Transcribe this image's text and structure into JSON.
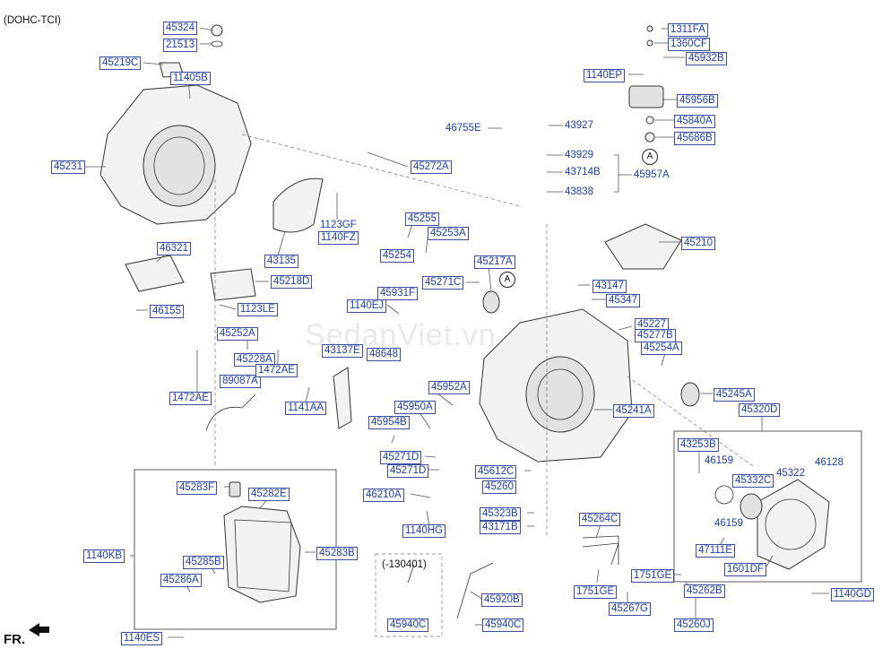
{
  "diagram": {
    "header_note": "(DOHC-TCI)",
    "direction_label": "FR.",
    "watermark": "SedanViet.vn",
    "subassembly_label": "(-130401)",
    "reference_marks": [
      "A",
      "A"
    ],
    "parts": [
      {
        "code": "45324",
        "boxed": true
      },
      {
        "code": "21513",
        "boxed": true
      },
      {
        "code": "45219C",
        "boxed": true
      },
      {
        "code": "11405B",
        "boxed": true
      },
      {
        "code": "45231",
        "boxed": true
      },
      {
        "code": "45272A",
        "boxed": true
      },
      {
        "code": "1123GF",
        "boxed": false
      },
      {
        "code": "1140FZ",
        "boxed": true
      },
      {
        "code": "43135",
        "boxed": true
      },
      {
        "code": "46321",
        "boxed": true
      },
      {
        "code": "45218D",
        "boxed": true
      },
      {
        "code": "46155",
        "boxed": true
      },
      {
        "code": "1123LE",
        "boxed": true
      },
      {
        "code": "1311FA",
        "boxed": true
      },
      {
        "code": "1360CF",
        "boxed": true
      },
      {
        "code": "45932B",
        "boxed": true
      },
      {
        "code": "1140EP",
        "boxed": true
      },
      {
        "code": "45956B",
        "boxed": true
      },
      {
        "code": "45840A",
        "boxed": true
      },
      {
        "code": "45686B",
        "boxed": true
      },
      {
        "code": "46755E",
        "boxed": false
      },
      {
        "code": "43927",
        "boxed": false
      },
      {
        "code": "43929",
        "boxed": false
      },
      {
        "code": "43714B",
        "boxed": false
      },
      {
        "code": "45957A",
        "boxed": false
      },
      {
        "code": "43838",
        "boxed": false
      },
      {
        "code": "45255",
        "boxed": true
      },
      {
        "code": "45253A",
        "boxed": true
      },
      {
        "code": "45254",
        "boxed": true
      },
      {
        "code": "45217A",
        "boxed": true
      },
      {
        "code": "45271C",
        "boxed": true
      },
      {
        "code": "45210",
        "boxed": true
      },
      {
        "code": "43147",
        "boxed": true
      },
      {
        "code": "45347",
        "boxed": true
      },
      {
        "code": "45931F",
        "boxed": true
      },
      {
        "code": "1140EJ",
        "boxed": true
      },
      {
        "code": "43137E",
        "boxed": true
      },
      {
        "code": "48648",
        "boxed": true
      },
      {
        "code": "45227",
        "boxed": true
      },
      {
        "code": "45277B",
        "boxed": true
      },
      {
        "code": "45254A",
        "boxed": true
      },
      {
        "code": "45252A",
        "boxed": true
      },
      {
        "code": "45228A",
        "boxed": true
      },
      {
        "code": "89087A",
        "boxed": true
      },
      {
        "code": "1472AE",
        "boxed": true
      },
      {
        "code": "1472AE",
        "boxed": true
      },
      {
        "code": "1141AA",
        "boxed": true
      },
      {
        "code": "45952A",
        "boxed": true
      },
      {
        "code": "45245A",
        "boxed": true
      },
      {
        "code": "45950A",
        "boxed": true
      },
      {
        "code": "45954B",
        "boxed": true
      },
      {
        "code": "45241A",
        "boxed": true
      },
      {
        "code": "45320D",
        "boxed": true
      },
      {
        "code": "45271D",
        "boxed": true
      },
      {
        "code": "45271D",
        "boxed": true
      },
      {
        "code": "43253B",
        "boxed": true
      },
      {
        "code": "46159",
        "boxed": false
      },
      {
        "code": "45332C",
        "boxed": true
      },
      {
        "code": "45322",
        "boxed": false
      },
      {
        "code": "46128",
        "boxed": false
      },
      {
        "code": "46159",
        "boxed": false
      },
      {
        "code": "45612C",
        "boxed": true
      },
      {
        "code": "45260",
        "boxed": true
      },
      {
        "code": "45283F",
        "boxed": true
      },
      {
        "code": "45282E",
        "boxed": true
      },
      {
        "code": "46210A",
        "boxed": true
      },
      {
        "code": "45323B",
        "boxed": true
      },
      {
        "code": "43171B",
        "boxed": true
      },
      {
        "code": "1140HG",
        "boxed": true
      },
      {
        "code": "45264C",
        "boxed": true
      },
      {
        "code": "47111E",
        "boxed": true
      },
      {
        "code": "1140KB",
        "boxed": true
      },
      {
        "code": "45283B",
        "boxed": true
      },
      {
        "code": "45285B",
        "boxed": true
      },
      {
        "code": "45286A",
        "boxed": true
      },
      {
        "code": "1601DF",
        "boxed": true
      },
      {
        "code": "1751GE",
        "boxed": true
      },
      {
        "code": "1751GE",
        "boxed": true
      },
      {
        "code": "45262B",
        "boxed": true
      },
      {
        "code": "45920B",
        "boxed": true
      },
      {
        "code": "1140GD",
        "boxed": true
      },
      {
        "code": "45267G",
        "boxed": true
      },
      {
        "code": "45940C",
        "boxed": true
      },
      {
        "code": "45940C",
        "boxed": true
      },
      {
        "code": "45260J",
        "boxed": true
      },
      {
        "code": "1140ES",
        "boxed": true
      }
    ]
  }
}
